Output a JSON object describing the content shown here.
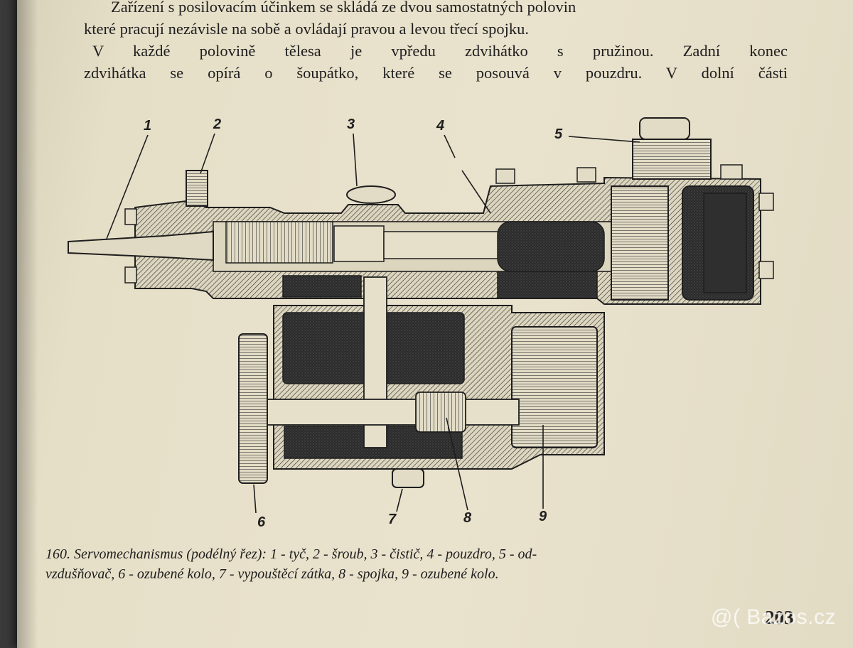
{
  "body_text": {
    "para1_line1": "Zařízení s posilovacím účinkem se skládá ze dvou samostatných polovin",
    "para1_line2": "které pracují nezávisle na sobě a ovládají pravou a levou třecí spojku.",
    "para2_line1": "V každé polovině tělesa je vpředu zdvihátko s pružinou. Zadní konec",
    "para2_line2": "zdvihátka se opírá o šoupátko, které se posouvá v pouzdru. V dolní části"
  },
  "figure": {
    "callouts": [
      "1",
      "2",
      "3",
      "4",
      "5",
      "6",
      "7",
      "8",
      "9"
    ]
  },
  "caption": {
    "line1": "160. Servomechanismus (podélný řez): 1 - tyč, 2 - šroub, 3 - čistič, 4 - pouzdro, 5 - od-",
    "line2": "vzdušňovač, 6 - ozubené kolo, 7 - vypouštěcí zátka, 8 - spojka, 9 - ozubené kolo."
  },
  "page_number": "203",
  "watermark": "@( Bazos.cz",
  "colors": {
    "paper": "#e6dfc8",
    "ink": "#1e1e1e",
    "background": "#3a3a3a"
  }
}
